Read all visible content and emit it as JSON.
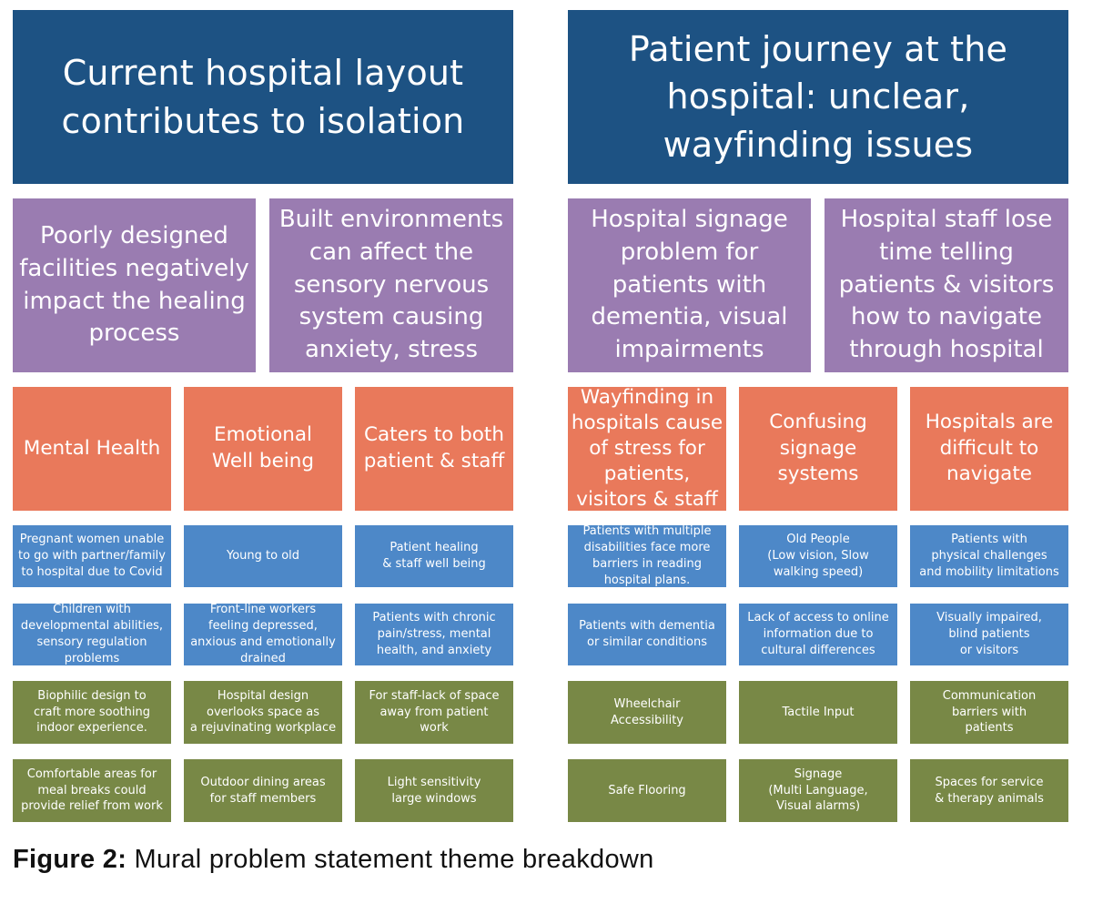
{
  "colors": {
    "title": "#1d5283",
    "theme": "#9a7cb1",
    "category": "#e9795b",
    "insight": "#4d88c8",
    "opportunity": "#788846"
  },
  "left": {
    "title": "Current hospital layout\ncontributes to isolation",
    "themes": [
      "Poorly designed\nfacilities negatively\nimpact the healing\nprocess",
      "Built environments\ncan affect the\nsensory nervous\nsystem causing\nanxiety, stress"
    ],
    "categories": [
      "Mental Health",
      "Emotional\nWell being",
      "Caters to both\npatient & staff"
    ],
    "blue_rows": [
      [
        "Pregnant women unable\nto go with partner/family\nto hospital due to Covid",
        "Young  to old",
        "Patient healing\n& staff well being"
      ],
      [
        "Children with\ndevelopmental abilities,\nsensory regulation\nproblems",
        "Front-line workers\nfeeling depressed,\nanxious and emotionally\ndrained",
        "Patients with chronic\npain/stress, mental\nhealth, and anxiety"
      ]
    ],
    "green_rows": [
      [
        "Biophilic design to\ncraft more soothing\nindoor experience.",
        "Hospital design\noverlooks space as\na rejuvinating workplace",
        "For staff-lack of space\naway from patient\nwork"
      ],
      [
        "Comfortable areas for\nmeal breaks could\nprovide relief from work",
        "Outdoor dining areas\nfor staff members",
        "Light sensitivity\nlarge windows"
      ]
    ]
  },
  "right": {
    "title": "Patient journey at the\nhospital: unclear,\nwayfinding issues",
    "themes": [
      "Hospital signage\nproblem for\npatients with\ndementia, visual\nimpairments",
      "Hospital staff lose\ntime telling\npatients & visitors\nhow to navigate\nthrough hospital"
    ],
    "categories": [
      "Wayfinding in\nhospitals cause\nof stress for\npatients,\nvisitors & staff",
      "Confusing\nsignage\nsystems",
      "Hospitals are\ndifficult to\nnavigate"
    ],
    "blue_rows": [
      [
        "Patients with multiple\ndisabilities face more\nbarriers in reading\nhospital plans.",
        "Old People\n(Low vision, Slow\nwalking speed)",
        "Patients with\nphysical challenges\nand mobility limitations"
      ],
      [
        "Patients with dementia\nor similar conditions",
        "Lack of access to online\ninformation due to\ncultural differences",
        "Visually impaired,\nblind patients\nor visitors"
      ]
    ],
    "green_rows": [
      [
        "Wheelchair\nAccessibility",
        "Tactile Input",
        "Communication\nbarriers with\npatients"
      ],
      [
        "Safe Flooring",
        "Signage\n(Multi Language,\nVisual alarms)",
        "Spaces for service\n& therapy animals"
      ]
    ]
  },
  "caption": {
    "label": "Figure 2:",
    "text": " Mural problem statement theme breakdown"
  }
}
